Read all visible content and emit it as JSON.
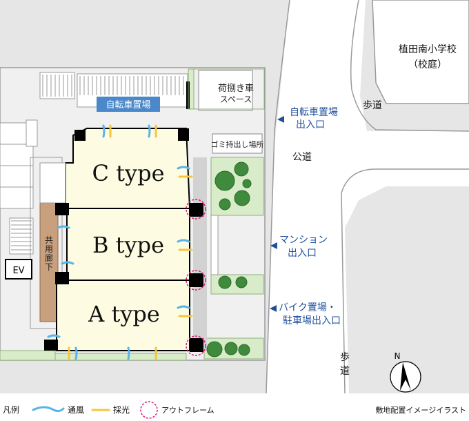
{
  "units": {
    "c": "C type",
    "b": "B type",
    "a": "A type"
  },
  "labels": {
    "bicycle_parking": "自転車置場",
    "loading_space_line1": "荷捌き車",
    "loading_space_line2": "スペース",
    "garbage_area": "ゴミ持出し場所",
    "common_corridor": [
      "共",
      "用",
      "廊",
      "下"
    ],
    "ev": "EV",
    "school_line1": "植田南小学校",
    "school_line2": "（校庭）",
    "sidewalk_top": "歩道",
    "public_road": "公道",
    "sidewalk_bottom": [
      "歩",
      "道"
    ],
    "north_mark": "N"
  },
  "entrances": [
    {
      "line1": "自転車置場",
      "line2": "出入口"
    },
    {
      "line1": "マンション",
      "line2": "出入口"
    },
    {
      "line1": "バイク置場・",
      "line2": "駐車場出入口"
    }
  ],
  "legend": {
    "title": "凡例",
    "ventilation": "通風",
    "daylight": "採光",
    "outframe": "アウトフレーム"
  },
  "caption": "敷地配置イメージイラスト",
  "colors": {
    "unit_fill": "#fdfce3",
    "wall": "#000000",
    "corridor": "#c9a07d",
    "green_area": "#d9ecca",
    "tree": "#3f8a3c",
    "road": "#ffffff",
    "background_gray": "#e4e4e4",
    "accent_blue": "#1f4f9c",
    "label_blue_bg": "#4b88c9",
    "wind": "#58b4e6",
    "light": "#f6c63a",
    "outframe": "#d81b79"
  }
}
